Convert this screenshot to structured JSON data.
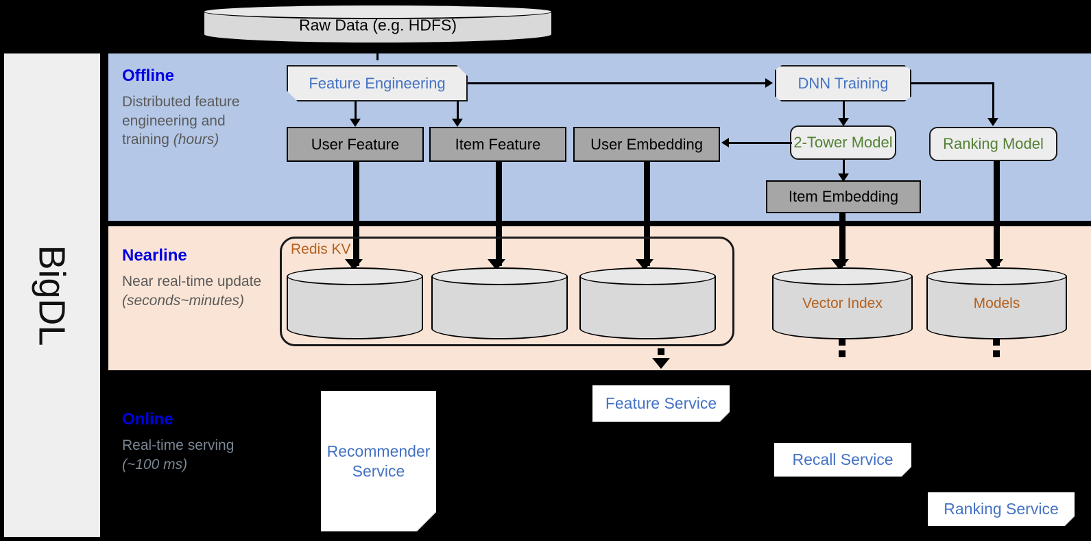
{
  "framework": {
    "name": "BigDL"
  },
  "source": {
    "label": "Raw Data (e.g. HDFS)"
  },
  "bands": {
    "offline": {
      "title": "Offline",
      "subtitle_plain": "Distributed feature engineering and training ",
      "subtitle_italic": "(hours)"
    },
    "nearline": {
      "title": "Nearline",
      "subtitle_plain": "Near real-time update ",
      "subtitle_italic": "(seconds~minutes)"
    },
    "online": {
      "title": "Online",
      "subtitle_plain": "Real-time serving ",
      "subtitle_italic": "(~100 ms)"
    }
  },
  "offline_nodes": {
    "feature_engineering": "Feature Engineering",
    "dnn_training": "DNN Training",
    "user_feature": "User Feature",
    "item_feature": "Item Feature",
    "user_embedding": "User Embedding",
    "two_tower_model": "2-Tower Model",
    "ranking_model": "Ranking Model",
    "item_embedding": "Item Embedding"
  },
  "nearline_nodes": {
    "redis_kv": "Redis KV",
    "store_user_feature": "",
    "store_item_feature": "",
    "store_user_embedding": "",
    "vector_index": "Vector Index",
    "models": "Models"
  },
  "online_nodes": {
    "recommender_service": "Recommender Service",
    "feature_service": "Feature Service",
    "recall_service": "Recall Service",
    "ranking_service": "Ranking Service"
  },
  "colors": {
    "offline_band": "#B4C7E7",
    "nearline_band": "#FAE4D6",
    "online_band": "#000000",
    "sidebar": "#EFEFEF",
    "band_title": "#0000E0",
    "blue_text": "#4472C4",
    "green_text": "#548235",
    "brown_text": "#B4611F",
    "grey_box": "#A6A6A6",
    "proc_box": "#EDEDED",
    "cylinder": "#D9D9D9"
  }
}
